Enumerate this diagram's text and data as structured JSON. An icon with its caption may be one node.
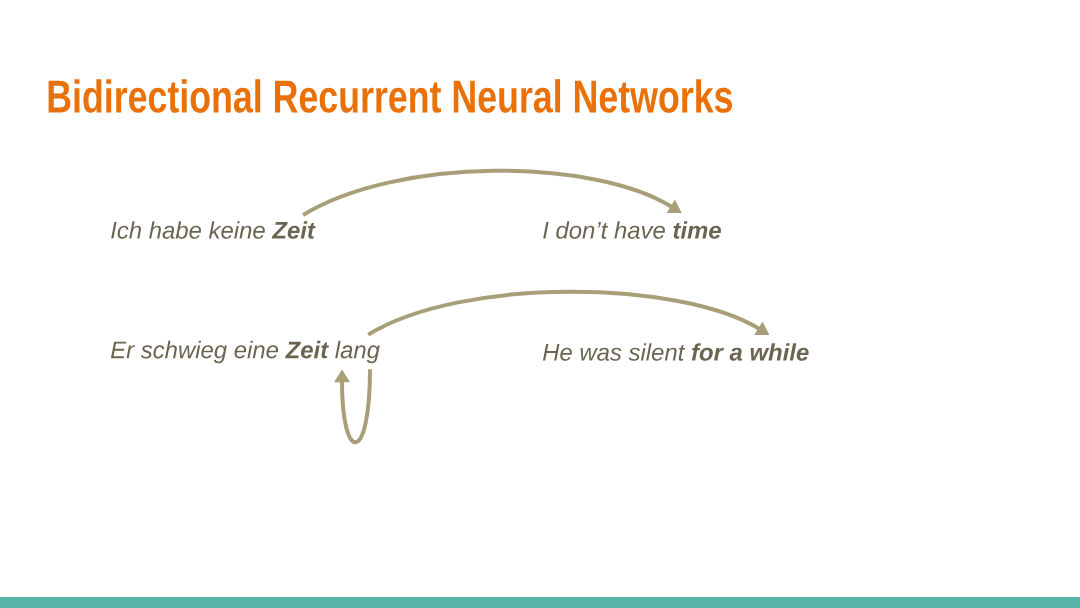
{
  "diagram": {
    "title": "Bidirectional Recurrent Neural Networks",
    "nodes": [
      {
        "text": [
          "Ich habe keine **Zeit**"
        ]
      },
      {
        "text": [
          "I don’t have **time**"
        ]
      },
      {
        "text": [
          "Er schwieg eine **Zeit** lang"
        ]
      },
      {
        "text": [
          "He was silent **for a while**"
        ]
      }
    ],
    "edges": [
      {
        "from": 0,
        "to": 1,
        "arrow": "to"
      },
      {
        "from": 2,
        "to": 3,
        "arrow": "to"
      },
      {
        "from": 2,
        "to": 2,
        "arrow": "to"
      }
    ]
  }
}
